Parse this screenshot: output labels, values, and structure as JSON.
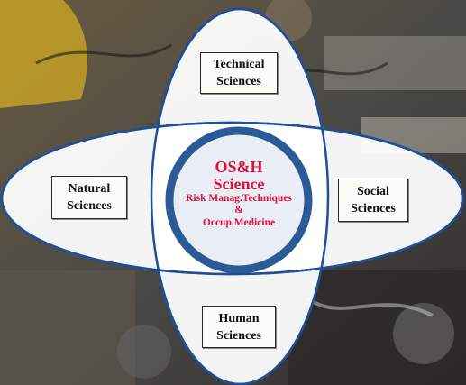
{
  "diagram": {
    "top": {
      "line1": "Technical",
      "line2": "Sciences"
    },
    "left": {
      "line1": "Natural",
      "line2": "Sciences"
    },
    "right": {
      "line1": "Social",
      "line2": "Sciences"
    },
    "bottom": {
      "line1": "Human",
      "line2": "Sciences"
    },
    "center": {
      "title1": "OS&H",
      "title2": "Science",
      "line3": "Risk Manag.Techniques",
      "line4": "&",
      "line5": "Occup.Medicine"
    }
  },
  "colors": {
    "ellipse_stroke": "#1f4f99",
    "ellipse_fill": "#ffffff",
    "center_ring": "#2b5a96",
    "center_text": "#e0103a"
  }
}
